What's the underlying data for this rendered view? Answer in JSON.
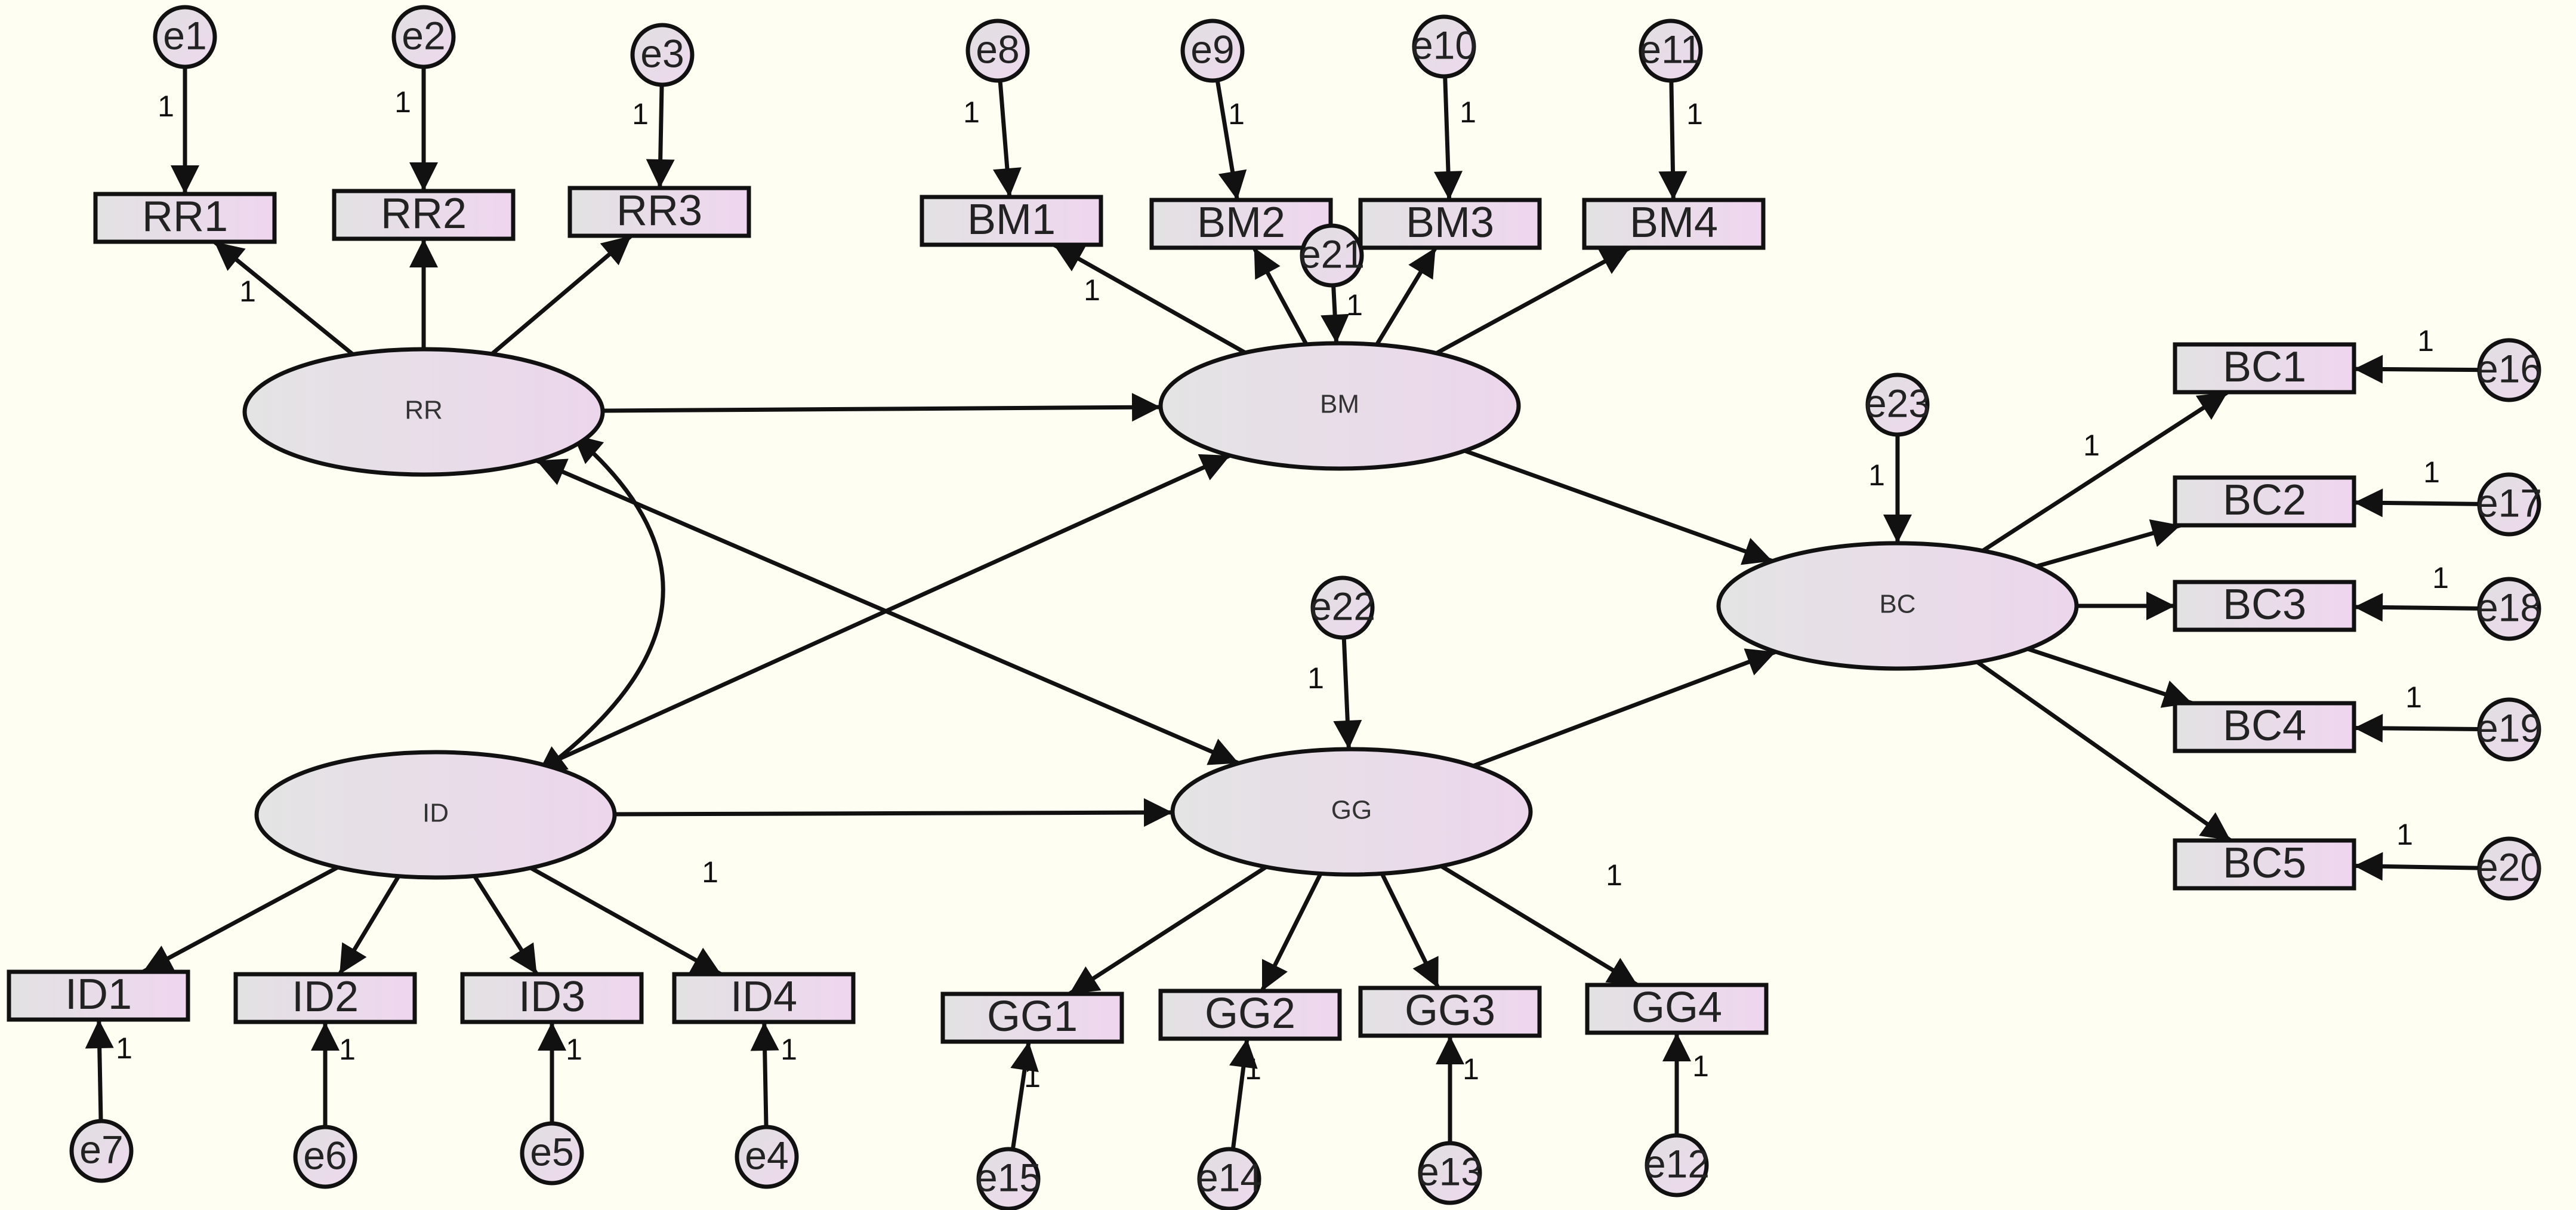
{
  "diagram": {
    "latents": [
      {
        "id": "RR",
        "label": "RR"
      },
      {
        "id": "BM",
        "label": "BM"
      },
      {
        "id": "ID",
        "label": "ID"
      },
      {
        "id": "GG",
        "label": "GG"
      },
      {
        "id": "BC",
        "label": "BC"
      }
    ],
    "indicators": [
      {
        "id": "RR1",
        "label": "RR1"
      },
      {
        "id": "RR2",
        "label": "RR2"
      },
      {
        "id": "RR3",
        "label": "RR3"
      },
      {
        "id": "BM1",
        "label": "BM1"
      },
      {
        "id": "BM2",
        "label": "BM2"
      },
      {
        "id": "BM3",
        "label": "BM3"
      },
      {
        "id": "BM4",
        "label": "BM4"
      },
      {
        "id": "ID1",
        "label": "ID1"
      },
      {
        "id": "ID2",
        "label": "ID2"
      },
      {
        "id": "ID3",
        "label": "ID3"
      },
      {
        "id": "ID4",
        "label": "ID4"
      },
      {
        "id": "GG1",
        "label": "GG1"
      },
      {
        "id": "GG2",
        "label": "GG2"
      },
      {
        "id": "GG3",
        "label": "GG3"
      },
      {
        "id": "GG4",
        "label": "GG4"
      },
      {
        "id": "BC1",
        "label": "BC1"
      },
      {
        "id": "BC2",
        "label": "BC2"
      },
      {
        "id": "BC3",
        "label": "BC3"
      },
      {
        "id": "BC4",
        "label": "BC4"
      },
      {
        "id": "BC5",
        "label": "BC5"
      }
    ],
    "errors": [
      {
        "id": "e1",
        "label": "e1"
      },
      {
        "id": "e2",
        "label": "e2"
      },
      {
        "id": "e3",
        "label": "e3"
      },
      {
        "id": "e4",
        "label": "e4"
      },
      {
        "id": "e5",
        "label": "e5"
      },
      {
        "id": "e6",
        "label": "e6"
      },
      {
        "id": "e7",
        "label": "e7"
      },
      {
        "id": "e8",
        "label": "e8"
      },
      {
        "id": "e9",
        "label": "e9"
      },
      {
        "id": "e10",
        "label": "e10"
      },
      {
        "id": "e11",
        "label": "e11"
      },
      {
        "id": "e12",
        "label": "e12"
      },
      {
        "id": "e13",
        "label": "e13"
      },
      {
        "id": "e14",
        "label": "e14"
      },
      {
        "id": "e15",
        "label": "e15"
      },
      {
        "id": "e16",
        "label": "e16"
      },
      {
        "id": "e17",
        "label": "e17"
      },
      {
        "id": "e18",
        "label": "e18"
      },
      {
        "id": "e19",
        "label": "e19"
      },
      {
        "id": "e20",
        "label": "e20"
      },
      {
        "id": "e21",
        "label": "e21"
      },
      {
        "id": "e22",
        "label": "e22"
      },
      {
        "id": "e23",
        "label": "e23"
      }
    ],
    "edges": [
      {
        "from": "e1",
        "to": "RR1",
        "label": "1"
      },
      {
        "from": "e2",
        "to": "RR2",
        "label": "1"
      },
      {
        "from": "e3",
        "to": "RR3",
        "label": "1"
      },
      {
        "from": "e8",
        "to": "BM1",
        "label": "1"
      },
      {
        "from": "e9",
        "to": "BM2",
        "label": "1"
      },
      {
        "from": "e10",
        "to": "BM3",
        "label": "1"
      },
      {
        "from": "e11",
        "to": "BM4",
        "label": "1"
      },
      {
        "from": "RR",
        "to": "RR1",
        "label": "1"
      },
      {
        "from": "RR",
        "to": "RR2",
        "label": ""
      },
      {
        "from": "RR",
        "to": "RR3",
        "label": ""
      },
      {
        "from": "BM",
        "to": "BM1",
        "label": "1"
      },
      {
        "from": "BM",
        "to": "BM2",
        "label": ""
      },
      {
        "from": "BM",
        "to": "BM3",
        "label": ""
      },
      {
        "from": "BM",
        "to": "BM4",
        "label": ""
      },
      {
        "from": "e21",
        "to": "BM",
        "label": "1"
      },
      {
        "from": "RR",
        "to": "BM",
        "label": ""
      },
      {
        "from": "ID",
        "to": "BM",
        "label": ""
      },
      {
        "from": "ID",
        "to": "GG",
        "label": ""
      },
      {
        "from": "RR",
        "to": "GG",
        "label": "",
        "bidirectional": true
      },
      {
        "from": "RR",
        "to": "ID",
        "label": "",
        "curved": true,
        "bidirectional": true
      },
      {
        "from": "BM",
        "to": "BC",
        "label": ""
      },
      {
        "from": "GG",
        "to": "BC",
        "label": ""
      },
      {
        "from": "e22",
        "to": "GG",
        "label": "1"
      },
      {
        "from": "e23",
        "to": "BC",
        "label": "1"
      },
      {
        "from": "ID",
        "to": "ID1",
        "label": ""
      },
      {
        "from": "ID",
        "to": "ID2",
        "label": ""
      },
      {
        "from": "ID",
        "to": "ID3",
        "label": ""
      },
      {
        "from": "ID",
        "to": "ID4",
        "label": "1"
      },
      {
        "from": "e7",
        "to": "ID1",
        "label": "1"
      },
      {
        "from": "e6",
        "to": "ID2",
        "label": "1"
      },
      {
        "from": "e5",
        "to": "ID3",
        "label": "1"
      },
      {
        "from": "e4",
        "to": "ID4",
        "label": "1"
      },
      {
        "from": "GG",
        "to": "GG1",
        "label": ""
      },
      {
        "from": "GG",
        "to": "GG2",
        "label": ""
      },
      {
        "from": "GG",
        "to": "GG3",
        "label": ""
      },
      {
        "from": "GG",
        "to": "GG4",
        "label": "1"
      },
      {
        "from": "e15",
        "to": "GG1",
        "label": "1"
      },
      {
        "from": "e14",
        "to": "GG2",
        "label": "1"
      },
      {
        "from": "e13",
        "to": "GG3",
        "label": "1"
      },
      {
        "from": "e12",
        "to": "GG4",
        "label": "1"
      },
      {
        "from": "BC",
        "to": "BC1",
        "label": "1"
      },
      {
        "from": "BC",
        "to": "BC2",
        "label": ""
      },
      {
        "from": "BC",
        "to": "BC3",
        "label": ""
      },
      {
        "from": "BC",
        "to": "BC4",
        "label": ""
      },
      {
        "from": "BC",
        "to": "BC5",
        "label": ""
      },
      {
        "from": "e16",
        "to": "BC1",
        "label": "1"
      },
      {
        "from": "e17",
        "to": "BC2",
        "label": "1"
      },
      {
        "from": "e18",
        "to": "BC3",
        "label": "1"
      },
      {
        "from": "e19",
        "to": "BC4",
        "label": "1"
      },
      {
        "from": "e20",
        "to": "BC5",
        "label": "1"
      }
    ]
  }
}
